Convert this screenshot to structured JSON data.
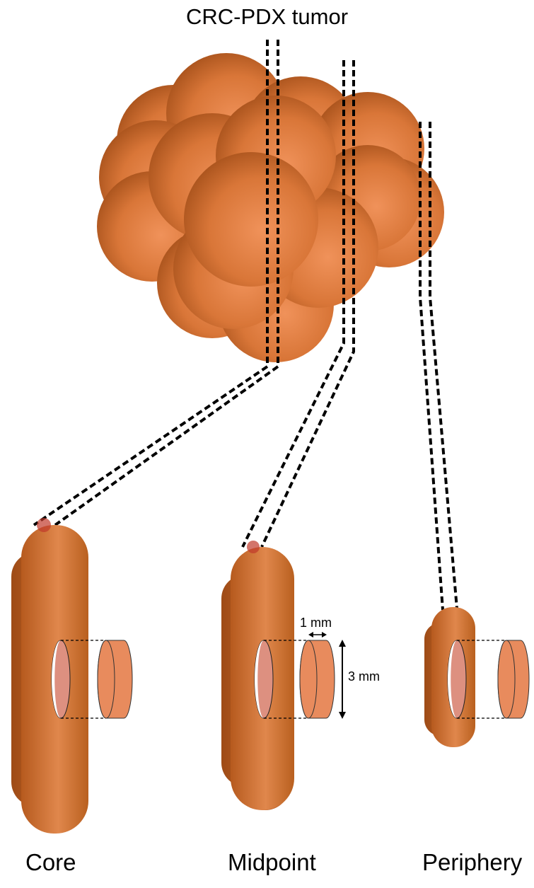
{
  "title": "CRC-PDX tumor",
  "slices": [
    {
      "label": "Core"
    },
    {
      "label": "Midpoint"
    },
    {
      "label": "Periphery"
    }
  ],
  "dimensions": {
    "thickness": "1 mm",
    "diameter": "3 mm"
  },
  "colors": {
    "tumor_light": "#f0925a",
    "tumor_dark": "#b65a1e",
    "punch_fill": "#e88b5d",
    "hole_inner": "#dd9080",
    "guide_line": "#000000"
  }
}
